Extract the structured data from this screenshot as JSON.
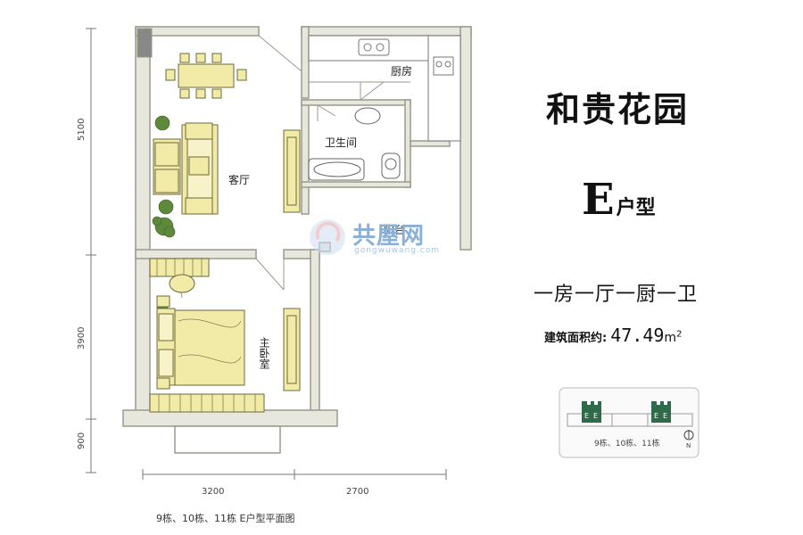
{
  "project_title": "和贵花园",
  "unit_type": {
    "letter": "E",
    "suffix": "户型"
  },
  "layout_desc": "一房一厅一厨一卫",
  "area": {
    "label": "建筑面积约:",
    "value": "47.49",
    "unit": "m",
    "unit_sup": "2"
  },
  "caption": "9栋、10栋、11栋 E户型平面图",
  "rooms": {
    "kitchen": "厨房",
    "bathroom": "卫生间",
    "living": "客厅",
    "balcony": "阳台",
    "master_bedroom": "主卧室"
  },
  "dimensions": {
    "left": [
      "5100",
      "3900",
      "900"
    ],
    "bottom": [
      "3200",
      "2700"
    ]
  },
  "keyplan": {
    "label": "9栋、10栋、11栋",
    "unit_letters": [
      "E",
      "E",
      "E",
      "E"
    ],
    "north": "N"
  },
  "watermark": {
    "text": "共屋网",
    "sub": "gongwuwang.com"
  },
  "colors": {
    "wall": "#9a9a8c",
    "wall_fill": "#e7e7de",
    "furniture": "#f2eba8",
    "furniture_line": "#6c6a3a",
    "plant": "#5d8a3a",
    "keyplan_green": "#2f6a4a"
  }
}
